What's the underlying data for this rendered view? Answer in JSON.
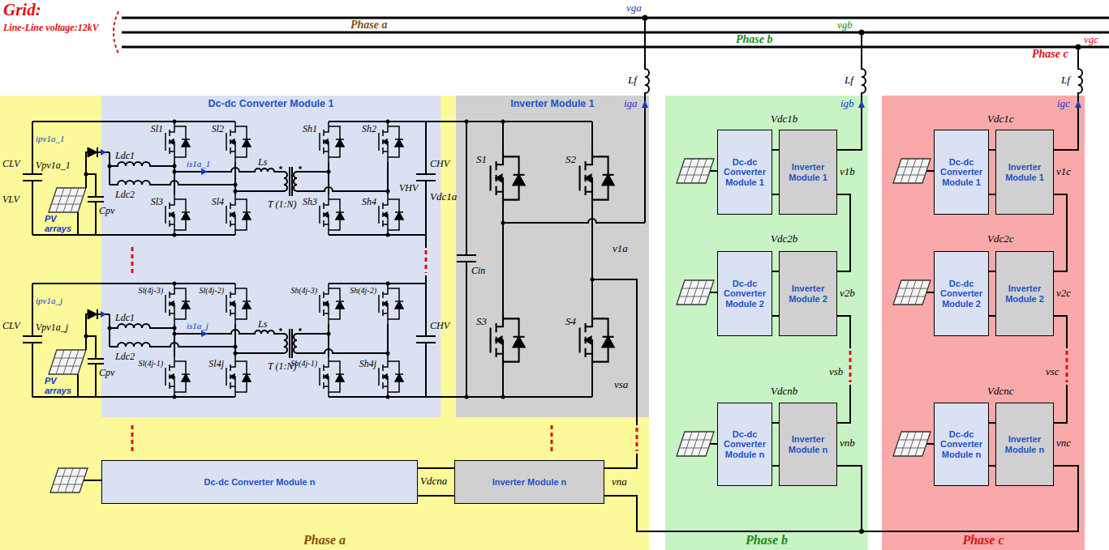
{
  "diagram": {
    "nodes": [
      {
        "text": [
          "Phase a"
        ]
      },
      {
        "text": [
          "Dc-dc Converter Module 1"
        ],
        "in": 0
      },
      {
        "text": [
          "Inverter Module 1"
        ],
        "in": 0
      },
      {
        "text": [
          "Dc-dc Converter Module n"
        ],
        "in": 0
      },
      {
        "text": [
          "Inverter Module n"
        ],
        "in": 0
      },
      {
        "text": [
          "Phase b"
        ]
      },
      {
        "text": [
          "Dc-dc Converter Module 1"
        ],
        "in": 5
      },
      {
        "text": [
          "Inverter Module 1"
        ],
        "in": 5
      },
      {
        "text": [
          "Dc-dc Converter Module 2"
        ],
        "in": 5
      },
      {
        "text": [
          "Inverter Module 2"
        ],
        "in": 5
      },
      {
        "text": [
          "Dc-dc Converter Module n"
        ],
        "in": 5
      },
      {
        "text": [
          "Inverter Module n"
        ],
        "in": 5
      },
      {
        "text": [
          "Phase c"
        ]
      },
      {
        "text": [
          "Dc-dc Converter Module 1"
        ],
        "in": 12
      },
      {
        "text": [
          "Inverter Module 1"
        ],
        "in": 12
      },
      {
        "text": [
          "Dc-dc Converter Module 2"
        ],
        "in": 12
      },
      {
        "text": [
          "Inverter Module 2"
        ],
        "in": 12
      },
      {
        "text": [
          "Dc-dc Converter Module n"
        ],
        "in": 12
      },
      {
        "text": [
          "Inverter Module n"
        ],
        "in": 12
      }
    ],
    "edges": [
      {
        "from": 1,
        "to": 2,
        "arrow": "none"
      },
      {
        "from": 3,
        "to": 4,
        "arrow": "none"
      },
      {
        "from": 2,
        "to": 4,
        "arrow": "none"
      },
      {
        "from": 6,
        "to": 7,
        "arrow": "none"
      },
      {
        "from": 8,
        "to": 9,
        "arrow": "none"
      },
      {
        "from": 10,
        "to": 11,
        "arrow": "none"
      },
      {
        "from": 7,
        "to": 9,
        "arrow": "none"
      },
      {
        "from": 9,
        "to": 11,
        "arrow": "none"
      },
      {
        "from": 13,
        "to": 14,
        "arrow": "none"
      },
      {
        "from": 15,
        "to": 16,
        "arrow": "none"
      },
      {
        "from": 17,
        "to": 18,
        "arrow": "none"
      },
      {
        "from": 14,
        "to": 16,
        "arrow": "none"
      },
      {
        "from": 16,
        "to": 18,
        "arrow": "none"
      }
    ],
    "labels": [
      "Grid:",
      "Line-Line voltage:12kV",
      "Phase a",
      "Phase b",
      "Phase c",
      "vga",
      "vgb",
      "vgc",
      "Lf",
      "Lf",
      "Lf",
      "iga",
      "igb",
      "igc",
      "CLV",
      "VLV",
      "ipv1a_1",
      "Vpv1a_1",
      "PV arrays",
      "Cpv",
      "Ldc1",
      "Ldc2",
      "Sl1",
      "Sl2",
      "Sl3",
      "Sl4",
      "is1a_1",
      "Ls",
      "T (1:N)",
      "Sh1",
      "Sh2",
      "Sh3",
      "Sh4",
      "VHV",
      "CHV",
      "CLV",
      "ipv1a_j",
      "Vpv1a_j",
      "PV arrays",
      "Cpv",
      "Ldc1",
      "Ldc2",
      "Sl(4j-3)",
      "Sl(4j-2)",
      "Sl(4j-1)",
      "Sl4j",
      "is1a_j",
      "Ls",
      "T (1:N)",
      "Sh(4j-3)",
      "Sh(4j-2)",
      "Sh(4j-1)",
      "Sh4j",
      "CHV",
      "Vdc1a",
      "Cin",
      "S1",
      "S2",
      "S3",
      "S4",
      "v1a",
      "vsa",
      "Vdcna",
      "vna",
      "Vdc1b",
      "v1b",
      "Vdc2b",
      "v2b",
      "vsb",
      "Vdcnb",
      "vnb",
      "Vdc1c",
      "v1c",
      "Vdc2c",
      "v2c",
      "vsc",
      "Vdcnc",
      "vnc"
    ]
  }
}
